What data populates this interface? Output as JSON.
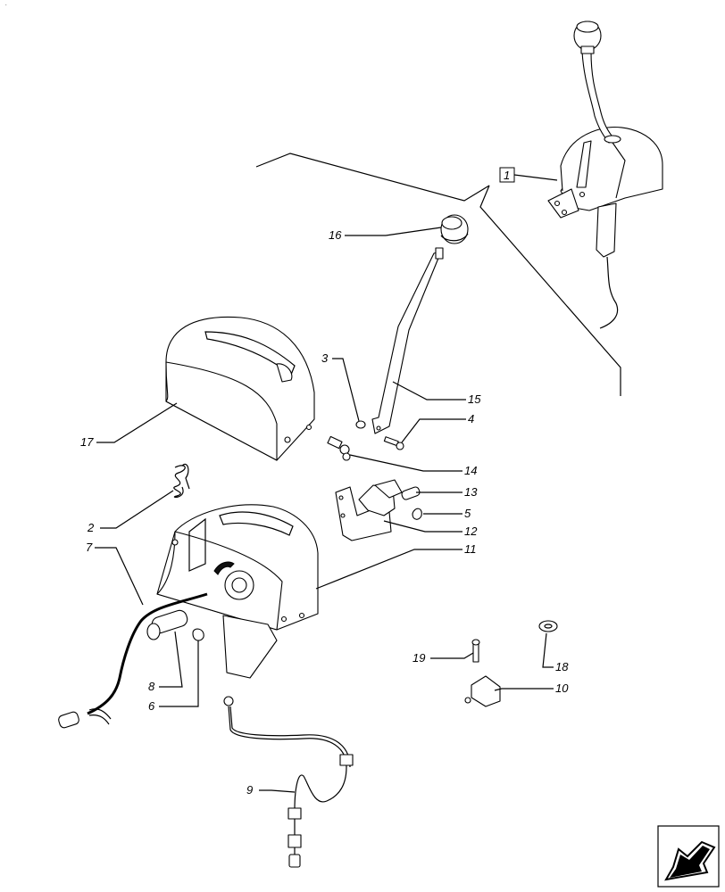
{
  "corner_mark": ".",
  "parts": [
    {
      "id": "p1",
      "number": "1"
    },
    {
      "id": "p2",
      "number": "2"
    },
    {
      "id": "p3",
      "number": "3"
    },
    {
      "id": "p4",
      "number": "4"
    },
    {
      "id": "p5",
      "number": "5"
    },
    {
      "id": "p6",
      "number": "6"
    },
    {
      "id": "p7",
      "number": "7"
    },
    {
      "id": "p8",
      "number": "8"
    },
    {
      "id": "p9",
      "number": "9"
    },
    {
      "id": "p10",
      "number": "10"
    },
    {
      "id": "p11",
      "number": "11"
    },
    {
      "id": "p12",
      "number": "12"
    },
    {
      "id": "p13",
      "number": "13"
    },
    {
      "id": "p14",
      "number": "14"
    },
    {
      "id": "p15",
      "number": "15"
    },
    {
      "id": "p16",
      "number": "16"
    },
    {
      "id": "p17",
      "number": "17"
    },
    {
      "id": "p18",
      "number": "18"
    },
    {
      "id": "p19",
      "number": "19"
    }
  ],
  "nav_icon": "arrow-previous-icon"
}
